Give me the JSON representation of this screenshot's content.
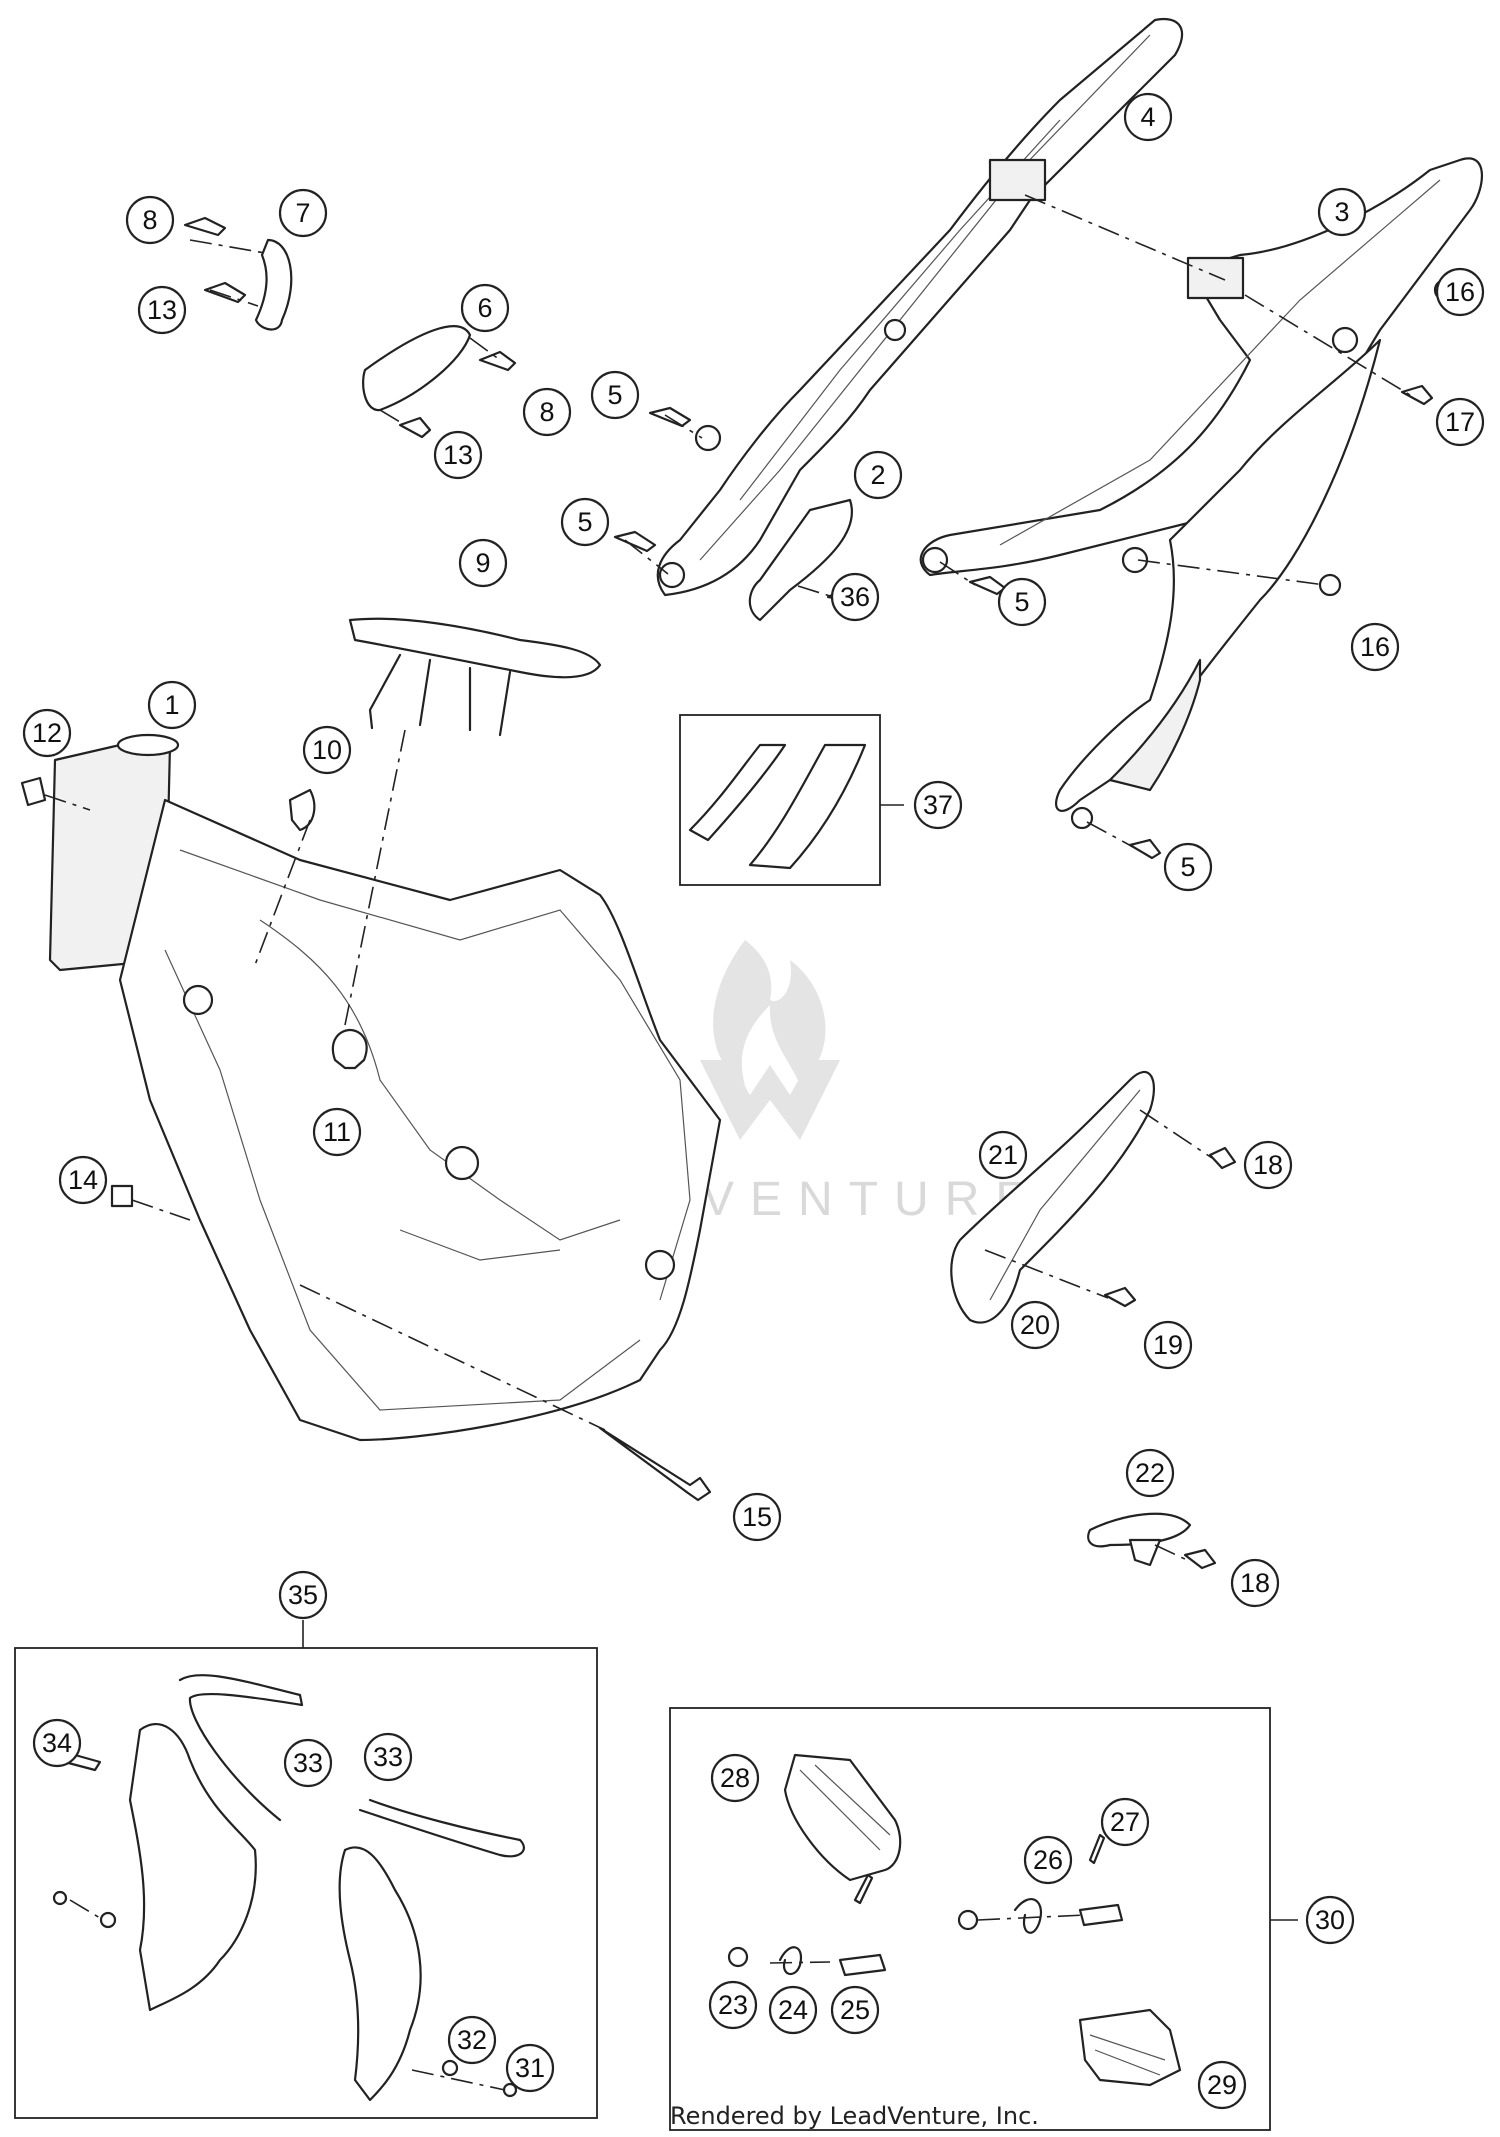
{
  "diagram": {
    "callouts": [
      {
        "label": "1"
      },
      {
        "label": "2"
      },
      {
        "label": "3"
      },
      {
        "label": "4"
      },
      {
        "label": "5"
      },
      {
        "label": "5"
      },
      {
        "label": "5"
      },
      {
        "label": "5"
      },
      {
        "label": "6"
      },
      {
        "label": "7"
      },
      {
        "label": "8"
      },
      {
        "label": "8"
      },
      {
        "label": "9"
      },
      {
        "label": "10"
      },
      {
        "label": "11"
      },
      {
        "label": "12"
      },
      {
        "label": "13"
      },
      {
        "label": "13"
      },
      {
        "label": "14"
      },
      {
        "label": "15"
      },
      {
        "label": "16"
      },
      {
        "label": "16"
      },
      {
        "label": "17"
      },
      {
        "label": "18"
      },
      {
        "label": "18"
      },
      {
        "label": "19"
      },
      {
        "label": "20"
      },
      {
        "label": "21"
      },
      {
        "label": "22"
      },
      {
        "label": "23"
      },
      {
        "label": "24"
      },
      {
        "label": "25"
      },
      {
        "label": "26"
      },
      {
        "label": "27"
      },
      {
        "label": "28"
      },
      {
        "label": "29"
      },
      {
        "label": "30"
      },
      {
        "label": "31"
      },
      {
        "label": "32"
      },
      {
        "label": "33"
      },
      {
        "label": "33"
      },
      {
        "label": "34"
      },
      {
        "label": "35"
      },
      {
        "label": "36"
      },
      {
        "label": "37"
      }
    ]
  },
  "watermark": {
    "text": "LEADVENTURE",
    "logo_icon": "flame-logo-icon"
  },
  "footer": {
    "credit": "Rendered by LeadVenture, Inc."
  }
}
